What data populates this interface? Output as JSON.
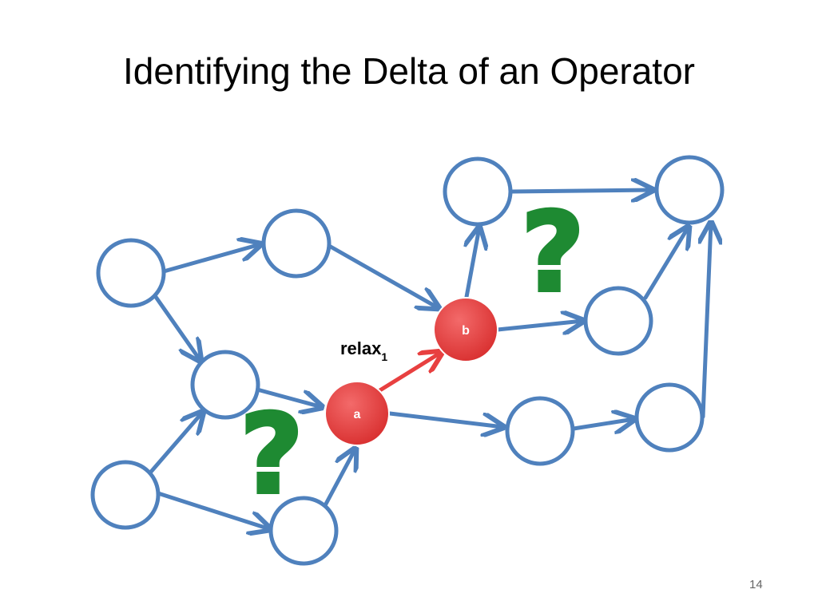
{
  "slide": {
    "title": "Identifying the Delta of an Operator",
    "page_number": "14"
  },
  "diagram": {
    "node_a_label": "a",
    "node_b_label": "b",
    "edge_label_main": "relax",
    "edge_label_subscript": "1",
    "question_mark": "?",
    "colors": {
      "node_stroke": "#4f81bd",
      "edge": "#4f81bd",
      "highlight_node": "#e84040",
      "highlight_edge": "#e84040",
      "question_mark": "#1e8a32"
    }
  }
}
